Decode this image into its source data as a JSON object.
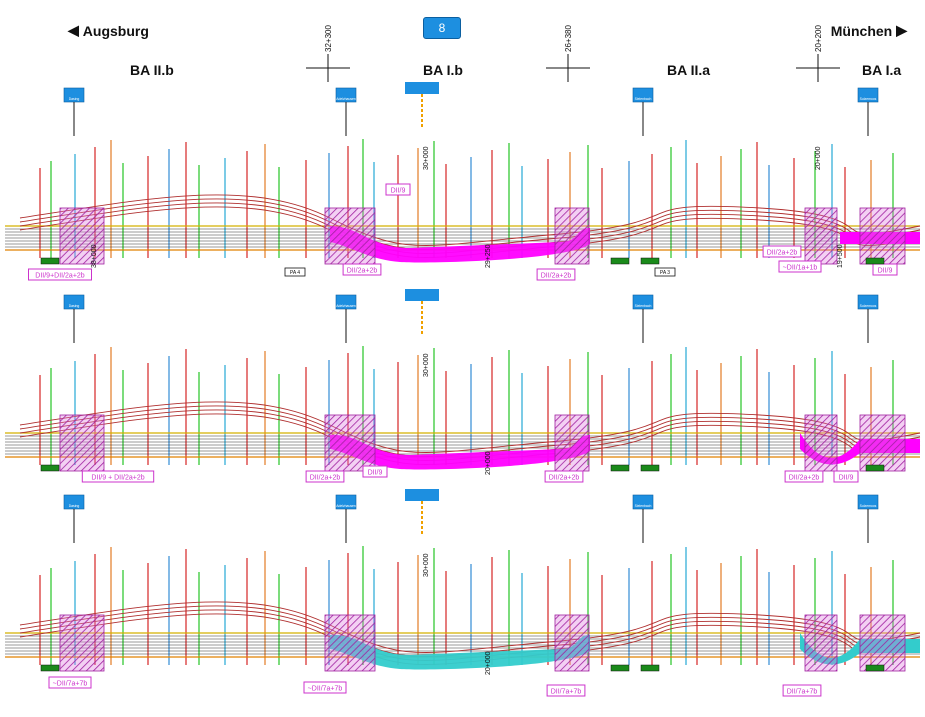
{
  "header": {
    "route_number": "8",
    "direction_left": "Augsburg",
    "direction_right": "München",
    "sections": [
      "BA II.b",
      "BA I.b",
      "BA II.a",
      "BA I.a"
    ],
    "km_markers": [
      "32+300",
      "26+380",
      "20+200"
    ]
  },
  "junctions": [
    "Dasing",
    "Adelzhausen",
    "Sielenbach",
    "Sulzemoos"
  ],
  "panels": [
    {
      "id": "panel-1",
      "fill": "#ff00ff",
      "station_labels": [
        "30+000",
        "29+250",
        "20+000",
        "19+500",
        "38+000"
      ],
      "callouts": [
        "DII/9",
        "DII/9+DII/2a+2b",
        "DII/2a+2b",
        "DII/2a+2b",
        "DII/2a+2b",
        "~DII/1a+1b",
        "DII/9"
      ],
      "tags": [
        "PA 4",
        "PA 3"
      ]
    },
    {
      "id": "panel-2",
      "fill": "#ff00ff",
      "station_labels": [
        "30+000",
        "20+000"
      ],
      "callouts": [
        "DII/9 + DII/2a+2b",
        "DII/2a+2b",
        "DII/9",
        "DII/2a+2b",
        "DII/2a+2b",
        "DII/9"
      ],
      "tags": []
    },
    {
      "id": "panel-3",
      "fill": "#33cccc",
      "station_labels": [
        "30+000",
        "20+000"
      ],
      "callouts": [
        "~DII/7a+7b",
        "~DII/7a+7b",
        "DII/7a+7b",
        "DII/7a+7b"
      ],
      "tags": []
    }
  ],
  "colors": {
    "route_sign": "#1d8fe0",
    "callout": "#cc33cc",
    "hatch": "#a020a0",
    "main_lines": "#b03030",
    "grid_lines": "#333333"
  }
}
